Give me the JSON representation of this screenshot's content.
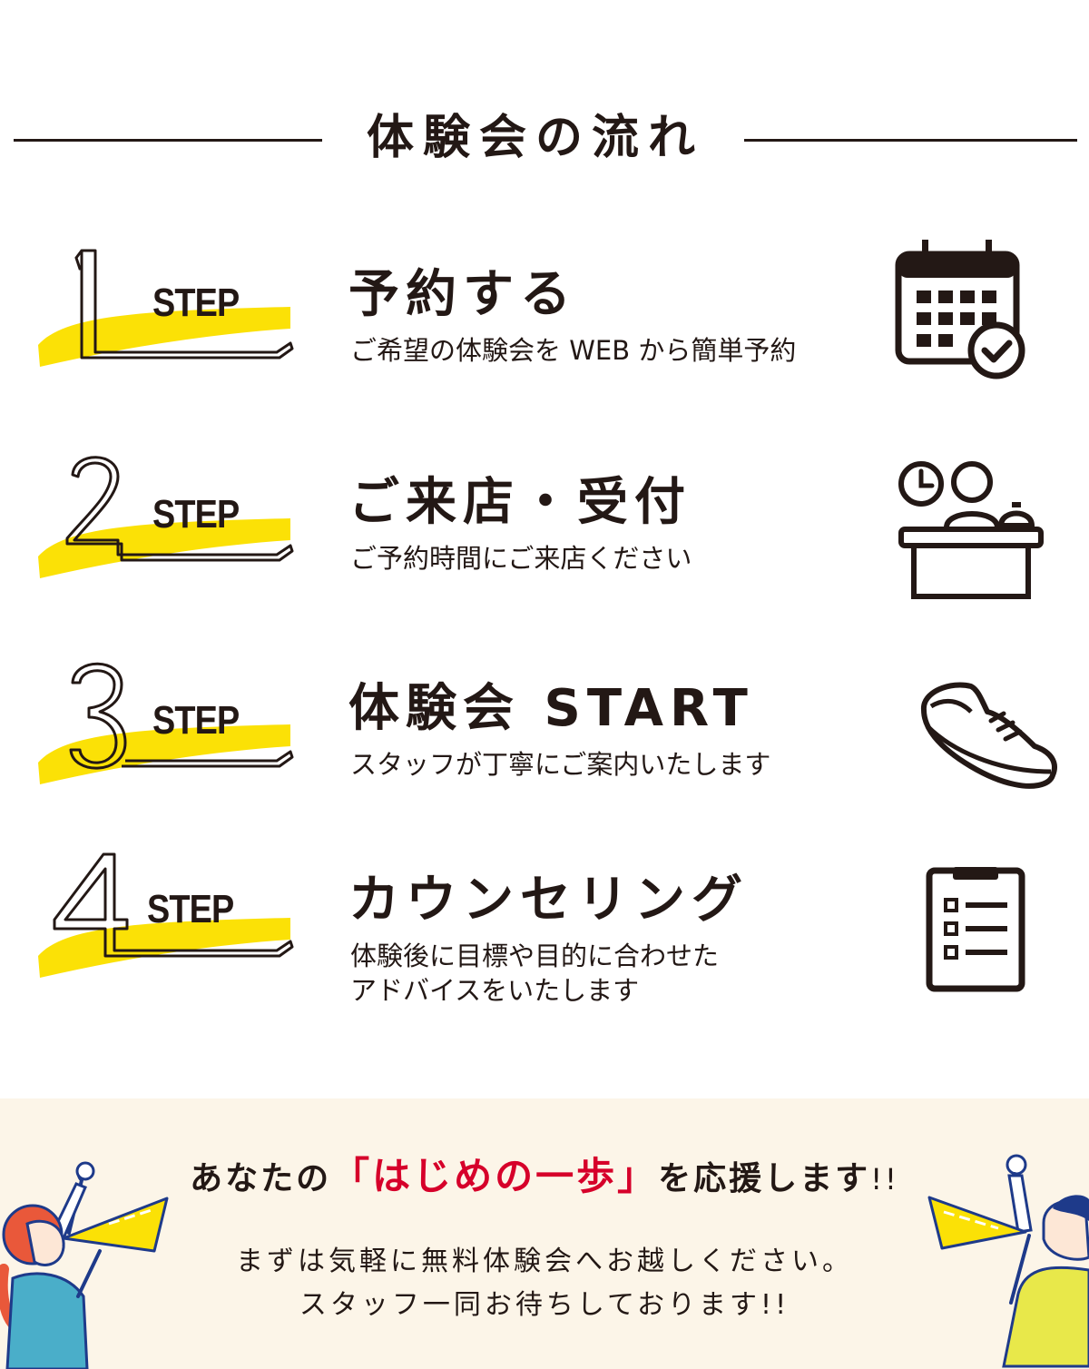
{
  "header": {
    "title": "体験会の流れ"
  },
  "steps": [
    {
      "number": "1",
      "step_word": "STEP",
      "title": "予約する",
      "description": [
        "ご希望の体験会を WEB から簡単予約"
      ],
      "icon": "calendar-check-icon"
    },
    {
      "number": "2",
      "step_word": "STEP",
      "title": "ご来店・受付",
      "description": [
        "ご予約時間にご来店ください"
      ],
      "icon": "reception-desk-icon"
    },
    {
      "number": "3",
      "step_word": "STEP",
      "title": "体験会 START",
      "description": [
        "スタッフが丁寧にご案内いたします"
      ],
      "icon": "sneaker-icon"
    },
    {
      "number": "4",
      "step_word": "STEP",
      "title": "カウンセリング",
      "description": [
        "体験後に目標や目的に合わせた",
        "アドバイスをいたします"
      ],
      "icon": "clipboard-checklist-icon"
    }
  ],
  "footer": {
    "headline_pre": "あなたの",
    "headline_em": "「はじめの一歩」",
    "headline_post": "を応援します",
    "headline_bang": "!!",
    "lines": [
      "まずは気軽に無料体験会へお越しください。",
      "スタッフ一同お待ちしております!!"
    ]
  },
  "colors": {
    "accent_yellow": "#fbe106",
    "emphasis_red": "#d6002a",
    "band_bg": "#fcf5e8",
    "text": "#231815"
  }
}
